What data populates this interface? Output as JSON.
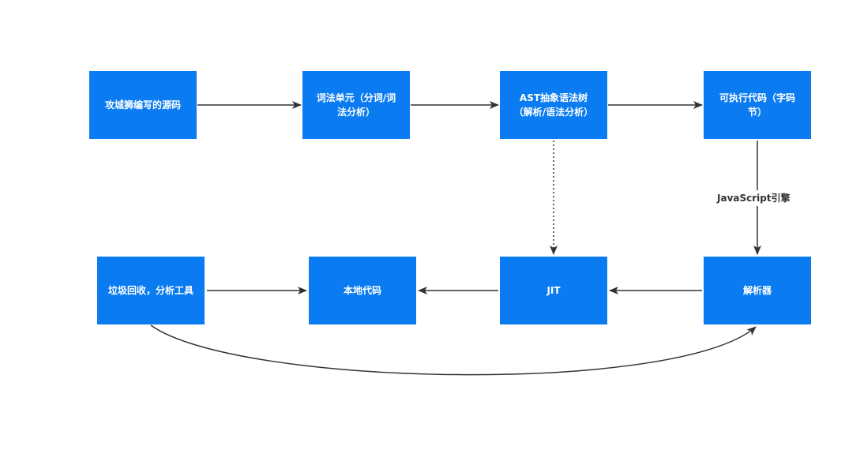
{
  "diagram": {
    "nodes": {
      "source_code": "攻城狮编写的源码",
      "tokens": "词法单元（分词/词\n法分析）",
      "ast": "AST抽象语法树\n（解析/语法分析）",
      "bytecode": "可执行代码（字码\n节）",
      "gc": "垃圾回收，分析工具",
      "native_code": "本地代码",
      "jit": "JIT",
      "interpreter": "解析器"
    },
    "edge_labels": {
      "engine": "JavaScript引擎"
    },
    "colors": {
      "node_fill": "#0a7bf0",
      "node_text": "#ffffff",
      "edge": "#333333"
    }
  }
}
